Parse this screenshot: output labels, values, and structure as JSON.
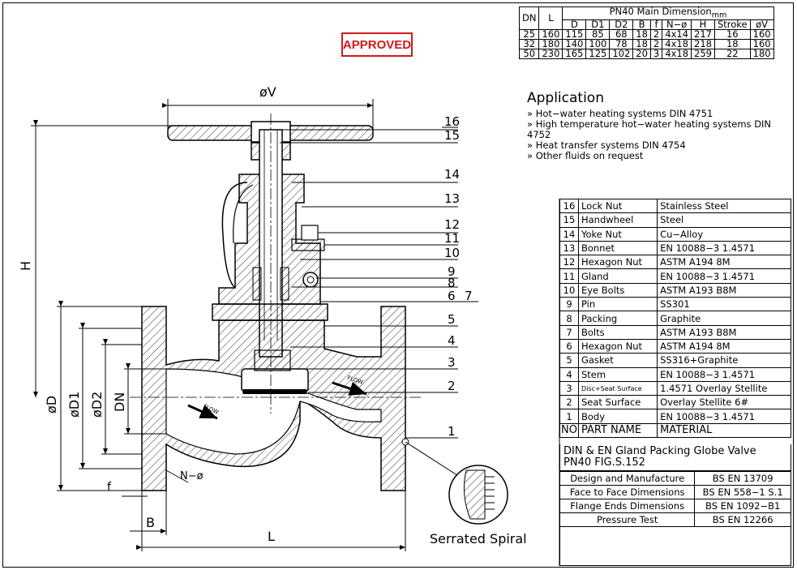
{
  "stamp": "APPROVED",
  "dimension_table": {
    "header_dn": "DN",
    "header_l": "L",
    "header_group": "PN40 Main Dimension",
    "unit": "mm",
    "columns": [
      "D",
      "D1",
      "D2",
      "B",
      "f",
      "N−ø",
      "H",
      "Stroke",
      "øV"
    ],
    "rows": [
      [
        "25",
        "160",
        "115",
        "85",
        "68",
        "18",
        "2",
        "4x14",
        "217",
        "16",
        "160"
      ],
      [
        "32",
        "180",
        "140",
        "100",
        "78",
        "18",
        "2",
        "4x18",
        "218",
        "18",
        "160"
      ],
      [
        "50",
        "230",
        "165",
        "125",
        "102",
        "20",
        "3",
        "4x18",
        "259",
        "22",
        "180"
      ]
    ]
  },
  "application": {
    "title": "Application",
    "items": [
      "» Hot−water heating systems DIN 4751",
      "» High temperature hot−water heating systems DIN 4752",
      "» Heat transfer systems DIN 4754",
      "» Other fluids on request"
    ]
  },
  "parts": [
    {
      "no": "16",
      "name": "Lock Nut",
      "material": "Stainless Steel"
    },
    {
      "no": "15",
      "name": "Handwheel",
      "material": "Steel"
    },
    {
      "no": "14",
      "name": "Yoke Nut",
      "material": "Cu−Alloy"
    },
    {
      "no": "13",
      "name": "Bonnet",
      "material": "EN 10088−3 1.4571"
    },
    {
      "no": "12",
      "name": "Hexagon Nut",
      "material": "ASTM A194 8M"
    },
    {
      "no": "11",
      "name": "Gland",
      "material": "EN 10088−3 1.4571"
    },
    {
      "no": "10",
      "name": "Eye Bolts",
      "material": "ASTM A193 B8M"
    },
    {
      "no": "9",
      "name": "Pin",
      "material": "SS301"
    },
    {
      "no": "8",
      "name": "Packing",
      "material": "Graphite"
    },
    {
      "no": "7",
      "name": "Bolts",
      "material": "ASTM A193 B8M"
    },
    {
      "no": "6",
      "name": "Hexagon Nut",
      "material": "ASTM A194 8M"
    },
    {
      "no": "5",
      "name": "Gasket",
      "material": "SS316+Graphite"
    },
    {
      "no": "4",
      "name": "Stem",
      "material": "EN 10088−3 1.4571"
    },
    {
      "no": "3",
      "name": "Disc+Seat Surface",
      "material": "1.4571 Overlay Stellite"
    },
    {
      "no": "2",
      "name": "Seat Surface",
      "material": "Overlay Stellite 6#"
    },
    {
      "no": "1",
      "name": "Body",
      "material": "EN 10088−3 1.4571"
    }
  ],
  "parts_header": {
    "no": "NO",
    "name": "PART NAME",
    "material": "MATERIAL"
  },
  "title_block": {
    "title_line1": "DIN & EN Gland Packing Globe Valve",
    "title_line2": "PN40 FIG.S.152",
    "standards": [
      {
        "label": "Design and Manufacture",
        "value": "BS EN 13709"
      },
      {
        "label": "Face to Face Dimensions",
        "value": "BS EN 558−1 S.1"
      },
      {
        "label": "Flange Ends Dimensions",
        "value": "BS EN 1092−B1"
      },
      {
        "label": "Pressure Test",
        "value": "BS EN 12266"
      }
    ]
  },
  "drawing": {
    "dim_v": "øV",
    "dim_h": "H",
    "dim_d": "øD",
    "dim_d1": "øD1",
    "dim_d2": "øD2",
    "dim_dn": "DN",
    "dim_n": "N−ø",
    "dim_f": "f",
    "dim_b": "B",
    "dim_l": "L",
    "flow": "FLOW",
    "serrated": "Serrated Spiral",
    "callouts": [
      "16",
      "15",
      "14",
      "13",
      "12",
      "11",
      "10",
      "9",
      "8",
      "6",
      "7",
      "5",
      "4",
      "3",
      "2",
      "1"
    ]
  }
}
